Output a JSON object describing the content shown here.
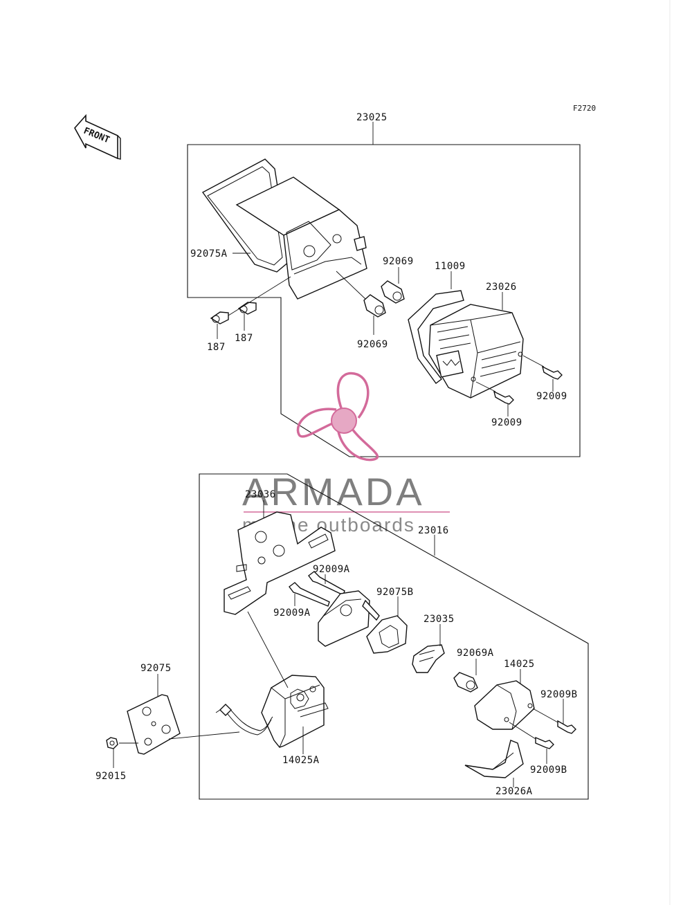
{
  "ref_code": "F2720",
  "front_label": "FRONT",
  "parts": {
    "p23025": "23025",
    "p92075A": "92075A",
    "p187a": "187",
    "p187b": "187",
    "p92069a": "92069",
    "p92069b": "92069",
    "p11009": "11009",
    "p23026": "23026",
    "p92009a": "92009",
    "p92009b": "92009",
    "p23036": "23036",
    "p23016": "23016",
    "p92009Aa": "92009A",
    "p92009Ab": "92009A",
    "p92075B": "92075B",
    "p23035": "23035",
    "p92069A": "92069A",
    "p14025": "14025",
    "p92009Ba": "92009B",
    "p92009Bb": "92009B",
    "p92075": "92075",
    "p92015": "92015",
    "p14025A": "14025A",
    "p23026A": "23026A"
  },
  "watermark": {
    "title": "ARMADA",
    "subtitle": "marine outboards",
    "accent_color": "#d36a9a"
  }
}
